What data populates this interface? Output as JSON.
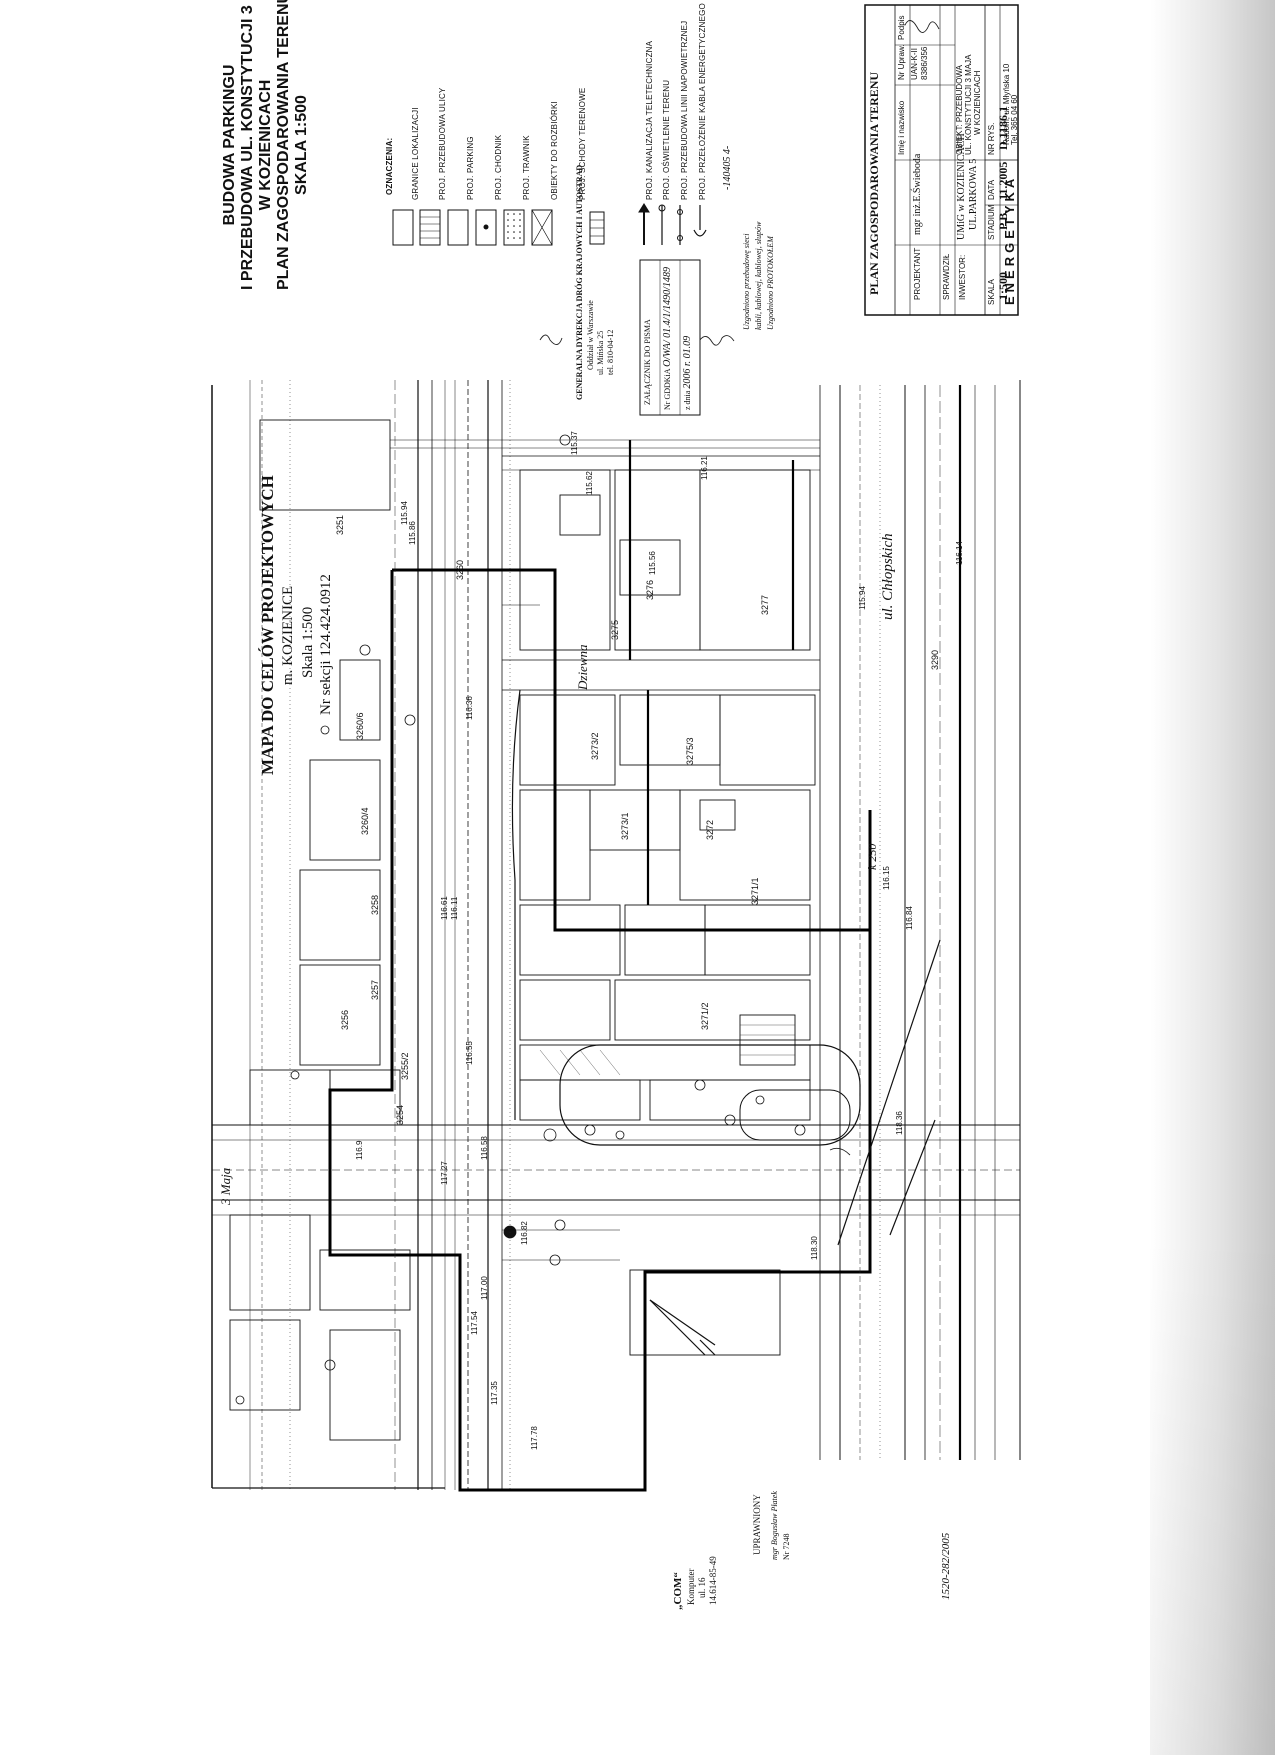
{
  "title_block": {
    "lines": [
      "BUDOWA PARKINGU",
      "I PRZEBUDOWA UL. KONSTYTUCJI 3 MAJA",
      "W KOZIENICACH",
      "PLAN ZAGOSPODAROWANIA TERENU",
      "SKALA 1:500"
    ]
  },
  "legend": {
    "heading": "OZNACZENIA:",
    "items": [
      {
        "icon": "dash-dot-line-icon",
        "label": "GRANICE LOKALIZACJI"
      },
      {
        "icon": "hatched-box-icon",
        "label": "PROJ. PRZEBUDOWA ULICY"
      },
      {
        "icon": "empty-box-icon",
        "label": "PROJ. PARKING"
      },
      {
        "icon": "dotted-box-icon",
        "label": "PROJ. CHODNIK"
      },
      {
        "icon": "grass-box-icon",
        "label": "PROJ. TRAWNIK"
      },
      {
        "icon": "cross-box-icon",
        "label": "OBIEKTY DO ROZBIÓRKI"
      },
      {
        "icon": "stairs-box-icon",
        "label": "PROJ. SCHODY TERENOWE"
      },
      {
        "icon": "arrow-line-icon",
        "label": "PROJ. KANALIZACJA TELETECHNICZNA"
      },
      {
        "icon": "lamp-line-icon",
        "label": "PROJ. OŚWIETLENIE TERENU"
      },
      {
        "icon": "overhead-line-icon",
        "label": "PROJ. PRZEBUDOWA LINII NAPOWIETRZNEJ"
      },
      {
        "icon": "cable-line-icon",
        "label": "PROJ. PRZEŁOŻENIE KABLA ENERGETYCZNEGO"
      }
    ]
  },
  "map_header": {
    "title": "MAPA DO CELÓW PROJEKTOWYCH",
    "place": "m. KOZIENICE",
    "scale": "Skala 1:500",
    "section": "Nr sekcji 124.424.0912"
  },
  "stamps": {
    "gddkia": "GENERALNA DYREKCJA DRÓG KRAJOWYCH I AUTOSTRAD",
    "gddkia_sub": "Oddział w Warszawie",
    "gddkia_addr": "ul. Mińska 25",
    "gddkia_tel": "tel. 810-04-12",
    "approval_label": "ZAŁĄCZNIK DO PISMA",
    "approval_nr_label": "Nr GDDKiA",
    "approval_nr": "O/WA/ 01.4/1/1490/1489",
    "approval_date_label": "z dnia",
    "approval_date": "2006 r. 01.09"
  },
  "handwriting": {
    "note": "-140405 4-",
    "notes": [
      "Uzgodniono przebudowę sieci",
      "kabli, kablowej, kablowej, słupów",
      "Uzgodniono PROTOKOŁEM"
    ]
  },
  "title_table": {
    "heading": "PLAN ZAGOSPODAROWANIA TERENU",
    "col_name_label": "Imię i nazwisko",
    "col_permit_label": "Nr Upraw.",
    "col_sign_label": "Podpis",
    "designer_label": "PROJEKTANT",
    "designer_name": "mgr inż.E.Świeboda",
    "designer_permit": "UAN-K-II",
    "designer_permit2": "8386/356",
    "checker_label": "SPRAWDZIŁ",
    "investor_label": "INWESTOR:",
    "investor": "UMiG w KOZIENICACH",
    "investor_addr": "UL.PARKOWA 5",
    "object_label": "OBIEKT: PRZEBUDOWA",
    "object_line2": "UL. KONSTYTUCJI 3 MAJA",
    "object_line3": "W KOZIENICACH",
    "scale_label": "SKALA",
    "scale": "1:500",
    "stage_label": "STADIUM",
    "stage": "P.B.",
    "date_label": "DATA",
    "date": "11.2005",
    "drawing_no_label": "NR RYS.",
    "drawing_no": "D.1186.1",
    "company": "ENERGETYKA",
    "company_addr": "Radom, ul. Młyńska 10",
    "company_tel": "Tel. 365 04 60"
  },
  "map_labels": {
    "street_main": "3 Maja",
    "street_dziewna": "Dziewna",
    "street_chlopskich": "ul. Chłopskich",
    "cable_k250": "k 250",
    "parcels": [
      "3251",
      "3260",
      "3275",
      "3276",
      "3277",
      "3273/2",
      "3275/3",
      "3273/1",
      "3272",
      "3271/1",
      "3271/2",
      "3260/6",
      "3260/4",
      "3258",
      "3257",
      "3256",
      "3255/2",
      "3254",
      "3290"
    ],
    "elevations": [
      "116.21",
      "115.94",
      "115.86",
      "115.62",
      "115.56",
      "115.37",
      "115.94",
      "116.14",
      "116.15",
      "116.84",
      "116.36",
      "116.11",
      "116.55",
      "116.58",
      "116.82",
      "117.27",
      "117.54",
      "117.78",
      "117.35",
      "117.00",
      "116.61",
      "116.9",
      "118.30",
      "118.36"
    ]
  },
  "bottom_notes": {
    "com_label": "„COM“",
    "com_sub": "Komputer",
    "com_addr": "ul. 16",
    "com_tel": "14.614-85-49",
    "certified": "UPRAWNIONY",
    "certified_name": "mgr Bogusław Płatek",
    "certified_no": "Nr 7248",
    "register_no": "1520-282/2005"
  }
}
